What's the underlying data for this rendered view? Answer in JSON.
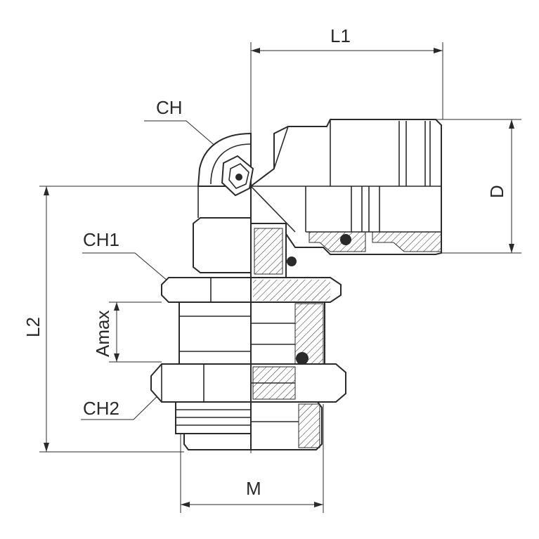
{
  "labels": {
    "l1": "L1",
    "l2": "L2",
    "d": "D",
    "m": "M",
    "amax": "Amax",
    "ch": "CH",
    "ch1": "CH1",
    "ch2": "CH2"
  },
  "colors": {
    "line": "#2a2a2a",
    "background": "#ffffff"
  }
}
